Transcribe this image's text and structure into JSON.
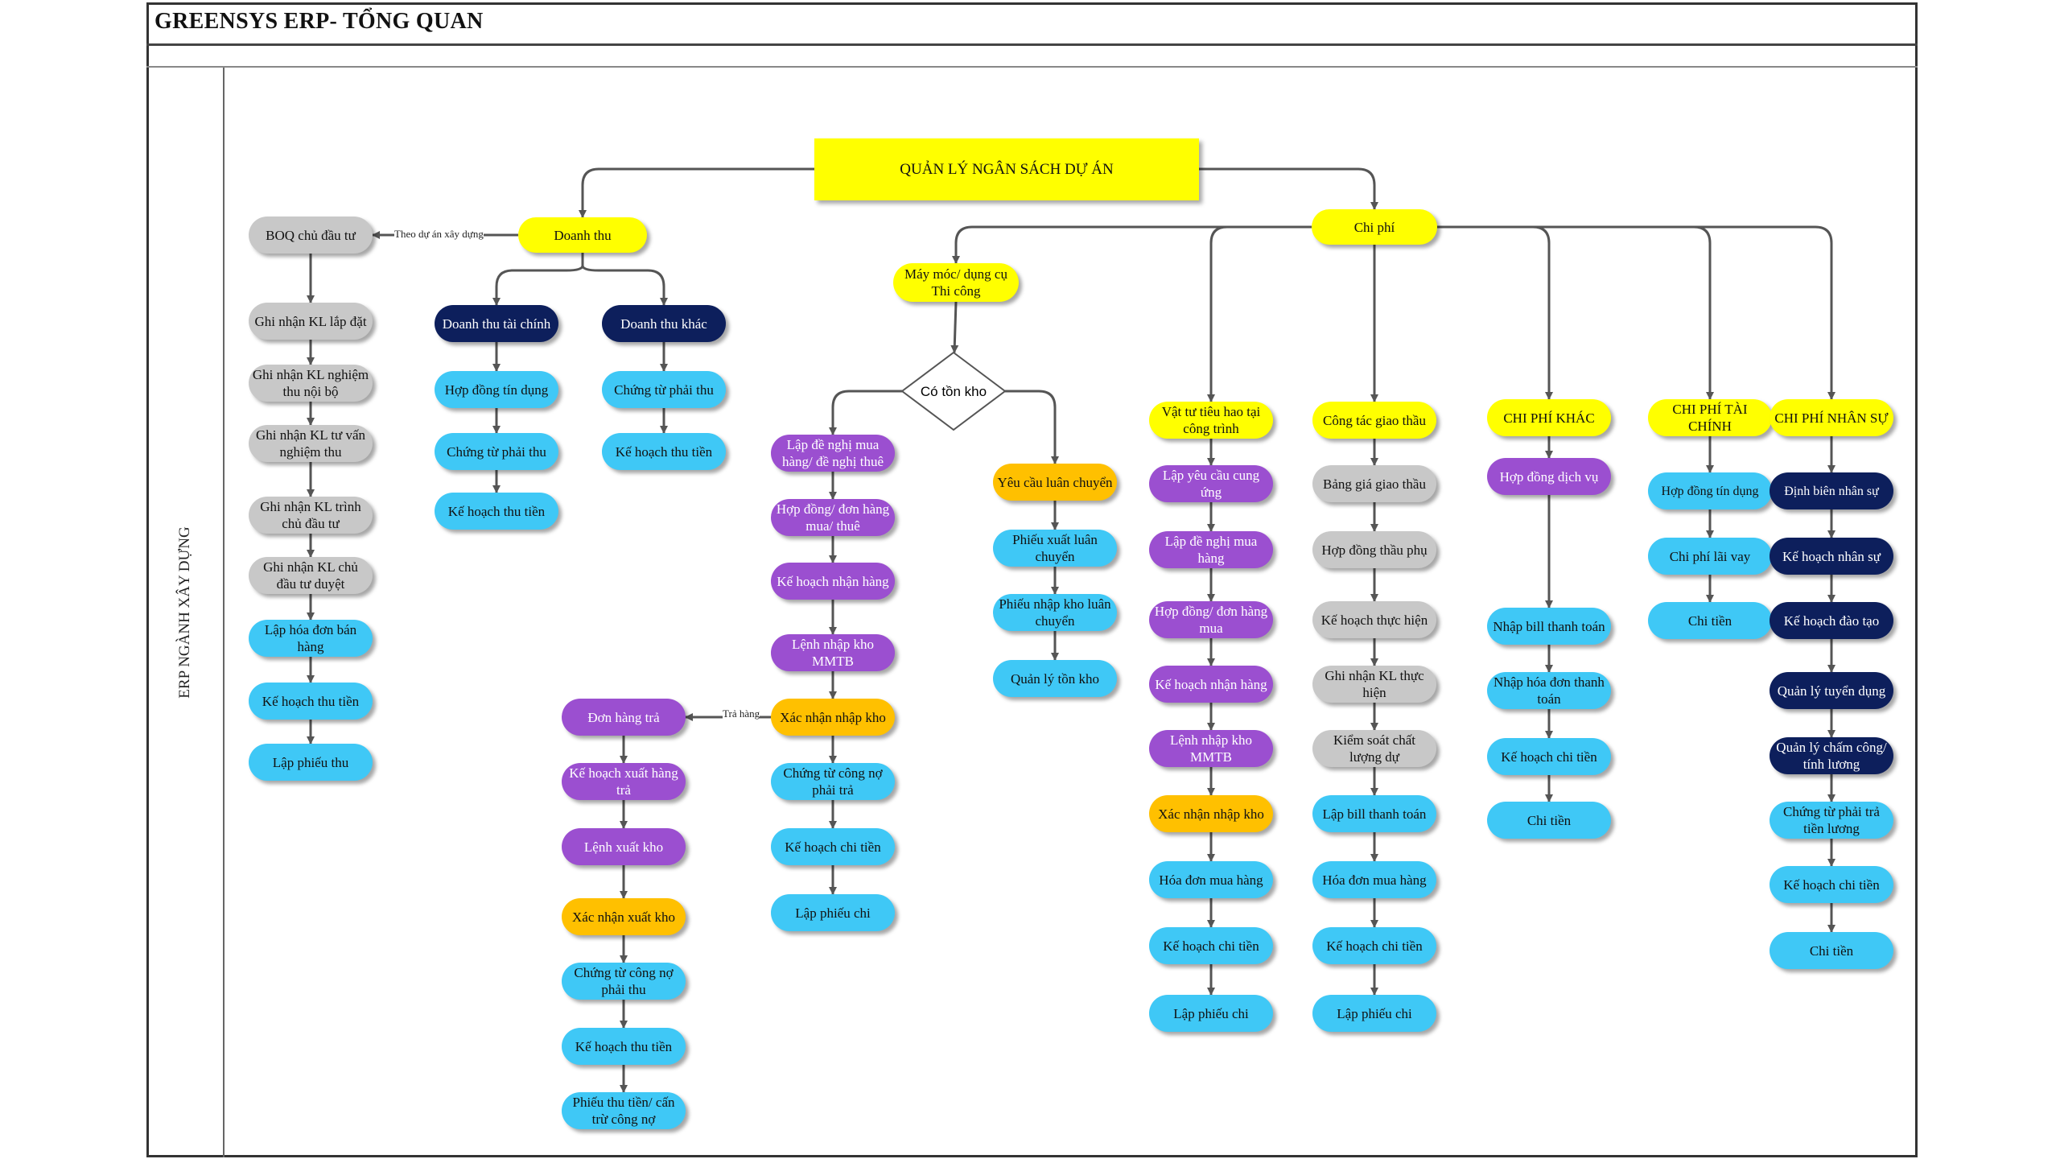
{
  "header": {
    "title": "GREENSYS ERP- TỔNG QUAN"
  },
  "sidebar": {
    "label": "ERP NGÀNH XÂY DỰNG"
  },
  "colors": {
    "root": "#ffff00",
    "category": "#ffff00",
    "gray": "#c8c8c8",
    "cyan": "#3fc8f6",
    "navy": "#0d1f5c",
    "purple": "#9b4fd0",
    "orange": "#ffc000",
    "line": "#555555"
  },
  "diagram": {
    "root": {
      "id": "root",
      "label": "QUẢN LÝ NGÂN SÁCH DỰ ÁN"
    },
    "edge_labels": {
      "theo_du_an": "Theo dự án xây dựng",
      "tra_hang": "Trả hàng"
    },
    "decision": {
      "id": "co-ton-kho",
      "label": "Có tồn kho"
    },
    "nodes": [
      {
        "id": "doanh-thu",
        "label": "Doanh thu",
        "style": "yellow"
      },
      {
        "id": "chi-phi",
        "label": "Chi phí",
        "style": "yellow"
      },
      {
        "id": "boq",
        "label": "BOQ chủ đầu tư",
        "style": "gray"
      },
      {
        "id": "kl-lap-dat",
        "label": "Ghi nhận KL lắp đặt",
        "style": "gray"
      },
      {
        "id": "kl-noi-bo",
        "label": "Ghi nhận KL nghiệm thu nội bộ",
        "style": "gray"
      },
      {
        "id": "kl-tu-van",
        "label": "Ghi nhận KL tư vấn nghiệm thu",
        "style": "gray"
      },
      {
        "id": "kl-trinh",
        "label": "Ghi nhận KL trình chủ đầu tư",
        "style": "gray"
      },
      {
        "id": "kl-duyet",
        "label": "Ghi nhận KL chủ đầu tư duyệt",
        "style": "gray"
      },
      {
        "id": "hoa-don-ban",
        "label": "Lập hóa đơn bán hàng",
        "style": "cyan"
      },
      {
        "id": "kh-thu-1",
        "label": "Kế hoạch thu tiền",
        "style": "cyan"
      },
      {
        "id": "phieu-thu",
        "label": "Lập phiếu thu",
        "style": "cyan"
      },
      {
        "id": "dt-tai-chinh",
        "label": "Doanh thu tài chính",
        "style": "navy"
      },
      {
        "id": "hd-tin-dung-1",
        "label": "Hợp đồng tín dụng",
        "style": "cyan"
      },
      {
        "id": "ct-phai-thu-1",
        "label": "Chứng từ phải thu",
        "style": "cyan"
      },
      {
        "id": "kh-thu-2",
        "label": "Kế hoạch thu tiền",
        "style": "cyan"
      },
      {
        "id": "dt-khac",
        "label": "Doanh thu khác",
        "style": "navy"
      },
      {
        "id": "ct-phai-thu-2",
        "label": "Chứng từ phải thu",
        "style": "cyan"
      },
      {
        "id": "kh-thu-3",
        "label": "Kế hoạch thu tiền",
        "style": "cyan"
      },
      {
        "id": "may-moc",
        "label": "Máy móc/ dụng cụ Thi công",
        "style": "yellow"
      },
      {
        "id": "de-nghi-mua-thue",
        "label": "Lập đề nghị mua hàng/ đề nghị thuê",
        "style": "purple"
      },
      {
        "id": "hd-mua-thue",
        "label": "Hợp đồng/ đơn hàng mua/ thuê",
        "style": "purple"
      },
      {
        "id": "kh-nhan-1",
        "label": "Kế hoạch nhận hàng",
        "style": "purple"
      },
      {
        "id": "lenh-nhap-1",
        "label": "Lệnh nhập kho MMTB",
        "style": "purple"
      },
      {
        "id": "xn-nhap-1",
        "label": "Xác nhận nhập kho",
        "style": "orange"
      },
      {
        "id": "ct-no-phai-tra",
        "label": "Chứng từ công nợ phải trả",
        "style": "cyan"
      },
      {
        "id": "kh-chi-1",
        "label": "Kế hoạch chi tiền",
        "style": "cyan"
      },
      {
        "id": "phieu-chi-1",
        "label": "Lập phiếu chi",
        "style": "cyan"
      },
      {
        "id": "yc-luan-chuyen",
        "label": "Yêu cầu luân chuyển",
        "style": "orange"
      },
      {
        "id": "px-luan-chuyen",
        "label": "Phiếu xuất luân chuyển",
        "style": "cyan"
      },
      {
        "id": "pn-luan-chuyen",
        "label": "Phiếu nhập kho luân chuyển",
        "style": "cyan"
      },
      {
        "id": "ql-ton-kho",
        "label": "Quản lý tồn kho",
        "style": "cyan"
      },
      {
        "id": "don-hang-tra",
        "label": "Đơn hàng trả",
        "style": "purple"
      },
      {
        "id": "kh-xuat-tra",
        "label": "Kế hoạch xuất hàng trả",
        "style": "purple"
      },
      {
        "id": "lenh-xuat",
        "label": "Lệnh xuất kho",
        "style": "purple"
      },
      {
        "id": "xn-xuat",
        "label": "Xác nhận xuất kho",
        "style": "orange"
      },
      {
        "id": "ct-no-phai-thu",
        "label": "Chứng từ công nợ phải thu",
        "style": "cyan"
      },
      {
        "id": "kh-thu-4",
        "label": "Kế hoạch thu tiền",
        "style": "cyan"
      },
      {
        "id": "phieu-thu-can-tru",
        "label": "Phiếu thu tiền/ cấn trừ công nợ",
        "style": "cyan"
      },
      {
        "id": "vat-tu",
        "label": "Vật tư tiêu hao tại công trình",
        "style": "yellow"
      },
      {
        "id": "yc-cung-ung",
        "label": "Lập yêu cầu cung ứng",
        "style": "purple"
      },
      {
        "id": "de-nghi-mua",
        "label": "Lập đề nghị mua hàng",
        "style": "purple"
      },
      {
        "id": "hd-mua",
        "label": "Hợp đồng/ đơn hàng mua",
        "style": "purple"
      },
      {
        "id": "kh-nhan-2",
        "label": "Kế hoạch nhận hàng",
        "style": "purple"
      },
      {
        "id": "lenh-nhap-2",
        "label": "Lệnh nhập kho MMTB",
        "style": "purple"
      },
      {
        "id": "xn-nhap-2",
        "label": "Xác nhận nhập kho",
        "style": "orange"
      },
      {
        "id": "hd-mua-hang-1",
        "label": "Hóa đơn mua hàng",
        "style": "cyan"
      },
      {
        "id": "kh-chi-2",
        "label": "Kế hoạch chi tiền",
        "style": "cyan"
      },
      {
        "id": "phieu-chi-2",
        "label": "Lập phiếu chi",
        "style": "cyan"
      },
      {
        "id": "giao-thau",
        "label": "Công tác giao thầu",
        "style": "yellow"
      },
      {
        "id": "bang-gia",
        "label": "Bảng giá giao thầu",
        "style": "gray"
      },
      {
        "id": "hd-thau-phu",
        "label": "Hợp đồng thầu phụ",
        "style": "gray"
      },
      {
        "id": "kh-thuc-hien",
        "label": "Kế hoạch thực hiện",
        "style": "gray"
      },
      {
        "id": "kl-thuc-hien",
        "label": "Ghi nhận KL thực hiện",
        "style": "gray"
      },
      {
        "id": "kiem-soat",
        "label": "Kiểm soát chất lượng dự",
        "style": "gray"
      },
      {
        "id": "bill-tt",
        "label": "Lập bill thanh toán",
        "style": "cyan"
      },
      {
        "id": "hd-mua-hang-2",
        "label": "Hóa đơn mua hàng",
        "style": "cyan"
      },
      {
        "id": "kh-chi-3",
        "label": "Kế hoạch chi tiền",
        "style": "cyan"
      },
      {
        "id": "phieu-chi-3",
        "label": "Lập phiếu chi",
        "style": "cyan"
      },
      {
        "id": "cp-khac",
        "label": "CHI PHÍ KHÁC",
        "style": "yellow"
      },
      {
        "id": "hd-dich-vu",
        "label": "Hợp đồng dịch vụ",
        "style": "purple"
      },
      {
        "id": "nhap-bill",
        "label": "Nhập bill thanh toán",
        "style": "cyan"
      },
      {
        "id": "nhap-hoa-don",
        "label": "Nhập hóa đơn thanh toán",
        "style": "cyan"
      },
      {
        "id": "kh-chi-4",
        "label": "Kế hoạch chi tiền",
        "style": "cyan"
      },
      {
        "id": "chi-tien-1",
        "label": "Chi tiền",
        "style": "cyan"
      },
      {
        "id": "cp-tai-chinh",
        "label": "CHI PHÍ TÀI CHÍNH",
        "style": "yellow"
      },
      {
        "id": "hd-tin-dung-2",
        "label": "Hợp đồng tín dụng",
        "style": "cyan"
      },
      {
        "id": "lai-vay",
        "label": "Chi phí lãi vay",
        "style": "cyan"
      },
      {
        "id": "chi-tien-2",
        "label": "Chi tiền",
        "style": "cyan"
      },
      {
        "id": "cp-nhan-su",
        "label": "CHI PHÍ NHÂN SỰ",
        "style": "yellow"
      },
      {
        "id": "dinh-bien",
        "label": "Định biên nhân sự",
        "style": "navy"
      },
      {
        "id": "kh-nhan-su",
        "label": "Kế hoạch nhân sự",
        "style": "navy"
      },
      {
        "id": "kh-dao-tao",
        "label": "Kế hoạch đào tạo",
        "style": "navy"
      },
      {
        "id": "tuyen-dung",
        "label": "Quản lý tuyển dụng",
        "style": "navy"
      },
      {
        "id": "cham-cong",
        "label": "Quản lý chấm công/ tính lương",
        "style": "navy"
      },
      {
        "id": "ct-tien-luong",
        "label": "Chứng từ phải trả tiền lương",
        "style": "cyan"
      },
      {
        "id": "kh-chi-5",
        "label": "Kế hoạch chi tiền",
        "style": "cyan"
      },
      {
        "id": "chi-tien-3",
        "label": "Chi tiền",
        "style": "cyan"
      }
    ]
  }
}
